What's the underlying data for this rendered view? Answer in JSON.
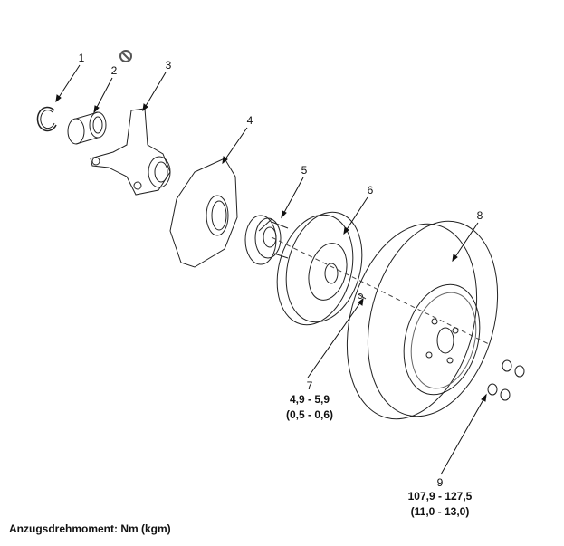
{
  "parts": [
    {
      "number": "1"
    },
    {
      "number": "2"
    },
    {
      "number": "3"
    },
    {
      "number": "4"
    },
    {
      "number": "5"
    },
    {
      "number": "6"
    },
    {
      "number": "7",
      "torque_nm": "4,9 - 5,9",
      "torque_kgm": "(0,5 - 0,6)"
    },
    {
      "number": "8"
    },
    {
      "number": "9",
      "torque_nm": "107,9 - 127,5",
      "torque_kgm": "(11,0 - 13,0)"
    }
  ],
  "footer": "Anzugsdrehmoment: Nm (kgm)",
  "icons": {
    "no_reuse": "no-reuse-symbol"
  }
}
